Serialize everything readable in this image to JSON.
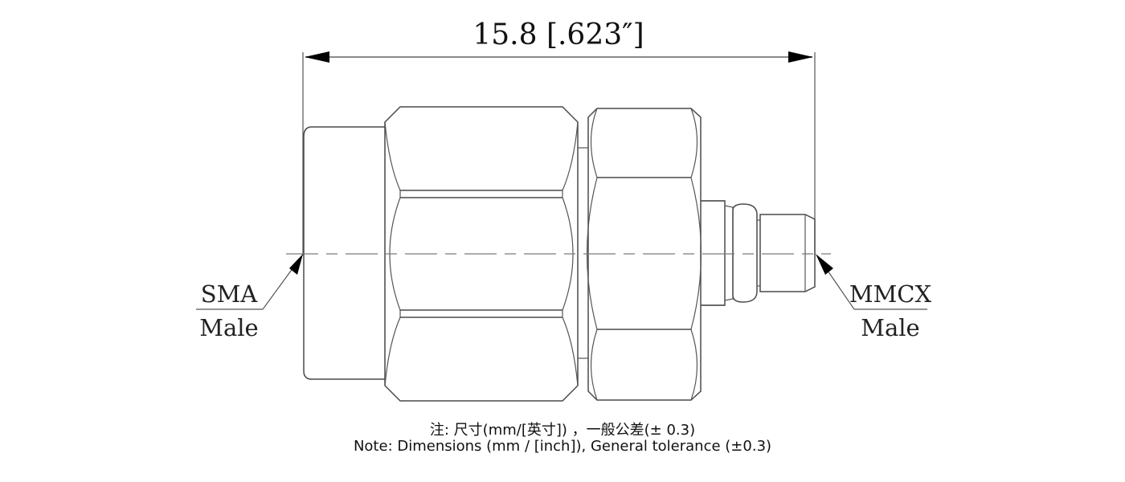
{
  "dimension": {
    "overall_length_label": "15.8 [.623″]",
    "overall_length_mm": 15.8,
    "overall_length_in": 0.623
  },
  "labels": {
    "left": {
      "connector": "SMA",
      "gender": "Male"
    },
    "right": {
      "connector": "MMCX",
      "gender": "Male"
    }
  },
  "notes": {
    "chinese": "注: 尺寸(mm/[英寸]) ，一般公差(± 0.3)",
    "english": "Note: Dimensions (mm / [inch]), General tolerance (±0.3)"
  },
  "colors": {
    "line": "#4a4a4a",
    "dimension_line": "#8a8a8a",
    "arrow": "#000000",
    "background": "#ffffff"
  }
}
